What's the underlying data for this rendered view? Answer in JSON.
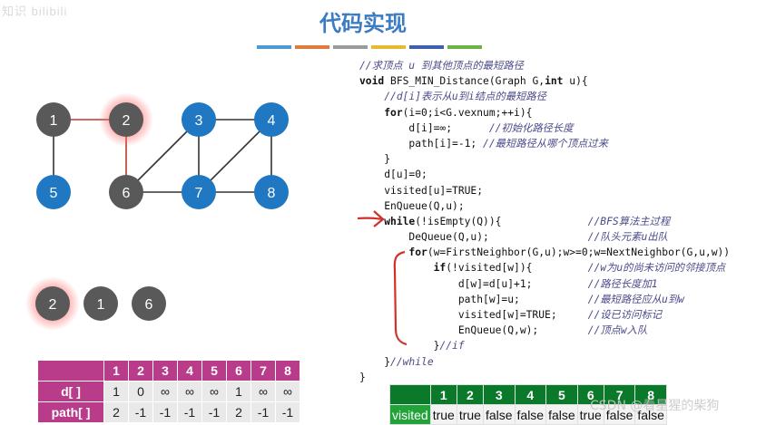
{
  "watermark_top_left": "知识 bilibili",
  "title": "代码实现",
  "color_bars": [
    "#4d9ad3",
    "#e07b39",
    "#9a9a9a",
    "#e6b92f",
    "#3e5fb0",
    "#6ab344"
  ],
  "graph": {
    "nodes": [
      {
        "id": "1",
        "label": "1",
        "color": "#595959"
      },
      {
        "id": "2",
        "label": "2",
        "color": "#595959",
        "glow": true
      },
      {
        "id": "3",
        "label": "3",
        "color": "#1f78c1"
      },
      {
        "id": "4",
        "label": "4",
        "color": "#1f78c1"
      },
      {
        "id": "5",
        "label": "5",
        "color": "#1f78c1"
      },
      {
        "id": "6",
        "label": "6",
        "color": "#595959"
      },
      {
        "id": "7",
        "label": "7",
        "color": "#1f78c1"
      },
      {
        "id": "8",
        "label": "8",
        "color": "#1f78c1"
      }
    ],
    "highlight_color": "#c0392b"
  },
  "queue": [
    {
      "label": "2",
      "glow": true
    },
    {
      "label": "1",
      "glow": false
    },
    {
      "label": "6",
      "glow": false
    }
  ],
  "dtable": {
    "columns": [
      "1",
      "2",
      "3",
      "4",
      "5",
      "6",
      "7",
      "8"
    ],
    "rows": [
      {
        "name": "d[ ]",
        "values": [
          "1",
          "0",
          "∞",
          "∞",
          "∞",
          "1",
          "∞",
          "∞"
        ]
      },
      {
        "name": "path[ ]",
        "values": [
          "2",
          "-1",
          "-1",
          "-1",
          "-1",
          "2",
          "-1",
          "-1"
        ]
      }
    ]
  },
  "code_lines": [
    "//求顶点 u 到其他顶点的最短路径",
    "void BFS_MIN_Distance(Graph G,int u){",
    "    //d[i]表示从u到i结点的最短路径",
    "    for(i=0;i<G.vexnum;++i){",
    "        d[i]=∞;      //初始化路径长度",
    "        path[i]=-1; //最短路径从哪个顶点过来",
    "    }",
    "    d[u]=0;",
    "    visited[u]=TRUE;",
    "    EnQueue(Q,u);",
    "    while(!isEmpty(Q)){              //BFS算法主过程",
    "        DeQueue(Q,u);                //队头元素u出队",
    "        for(w=FirstNeighbor(G,u);w>=0;w=NextNeighbor(G,u,w))",
    "            if(!visited[w]){         //w为u的尚未访问的邻接顶点",
    "                d[w]=d[u]+1;         //路径长度加1",
    "                path[w]=u;           //最短路径应从u到w",
    "                visited[w]=TRUE;     //设已访问标记",
    "                EnQueue(Q,w);        //顶点w入队",
    "            }//if",
    "    }//while",
    "}"
  ],
  "vtable": {
    "columns": [
      "1",
      "2",
      "3",
      "4",
      "5",
      "6",
      "7",
      "8"
    ],
    "row_label": "visited",
    "values": [
      "true",
      "true",
      "false",
      "false",
      "false",
      "true",
      "false",
      "false"
    ]
  },
  "csdn_watermark": "CSDN @看星猩的柴狗"
}
